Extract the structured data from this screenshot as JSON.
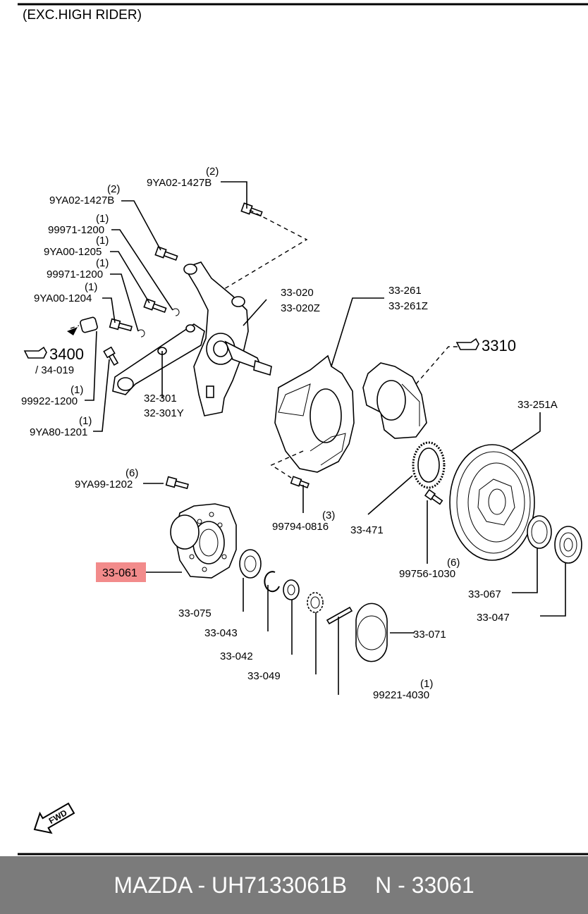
{
  "header": {
    "title": "(EXC.HIGH RIDER)"
  },
  "callouts": [
    {
      "id": "c1",
      "qty": "(2)",
      "code": "9YA02-1427B"
    },
    {
      "id": "c2",
      "qty": "(2)",
      "code": "9YA02-1427B"
    },
    {
      "id": "c3",
      "qty": "(1)",
      "code": "99971-1200"
    },
    {
      "id": "c4",
      "qty": "(1)",
      "code": "9YA00-1205"
    },
    {
      "id": "c5",
      "qty": "(1)",
      "code": "99971-1200"
    },
    {
      "id": "c6",
      "qty": "(1)",
      "code": "9YA00-1204"
    },
    {
      "id": "c7",
      "qty": "(1)",
      "code": "99922-1200"
    },
    {
      "id": "c8",
      "qty": "(1)",
      "code": "9YA80-1201"
    },
    {
      "id": "c9",
      "qty": "(6)",
      "code": "9YA99-1202"
    },
    {
      "id": "c10",
      "qty": "(3)",
      "code": "99794-0816"
    },
    {
      "id": "c11",
      "qty": "(6)",
      "code": "99756-1030"
    },
    {
      "id": "c12",
      "qty": "(1)",
      "code": "99221-4030"
    }
  ],
  "refs": {
    "r3400": "3400",
    "r34019": "/ 34-019",
    "r3310": "3310",
    "r32301": "32-301",
    "r32301y": "32-301Y",
    "r33020": "33-020",
    "r33020z": "33-020Z",
    "r33261": "33-261",
    "r33261z": "33-261Z",
    "r33251a": "33-251A",
    "r33471": "33-471",
    "r33061": "33-061",
    "r33075": "33-075",
    "r33043": "33-043",
    "r33042": "33-042",
    "r33049": "33-049",
    "r33071": "33-071",
    "r33067": "33-067",
    "r33047": "33-047"
  },
  "fwd_label": "FWD",
  "highlight_color": "#f28b8b",
  "footer": {
    "brand": "MAZDA - UH7133061B",
    "code": "N - 33061"
  }
}
